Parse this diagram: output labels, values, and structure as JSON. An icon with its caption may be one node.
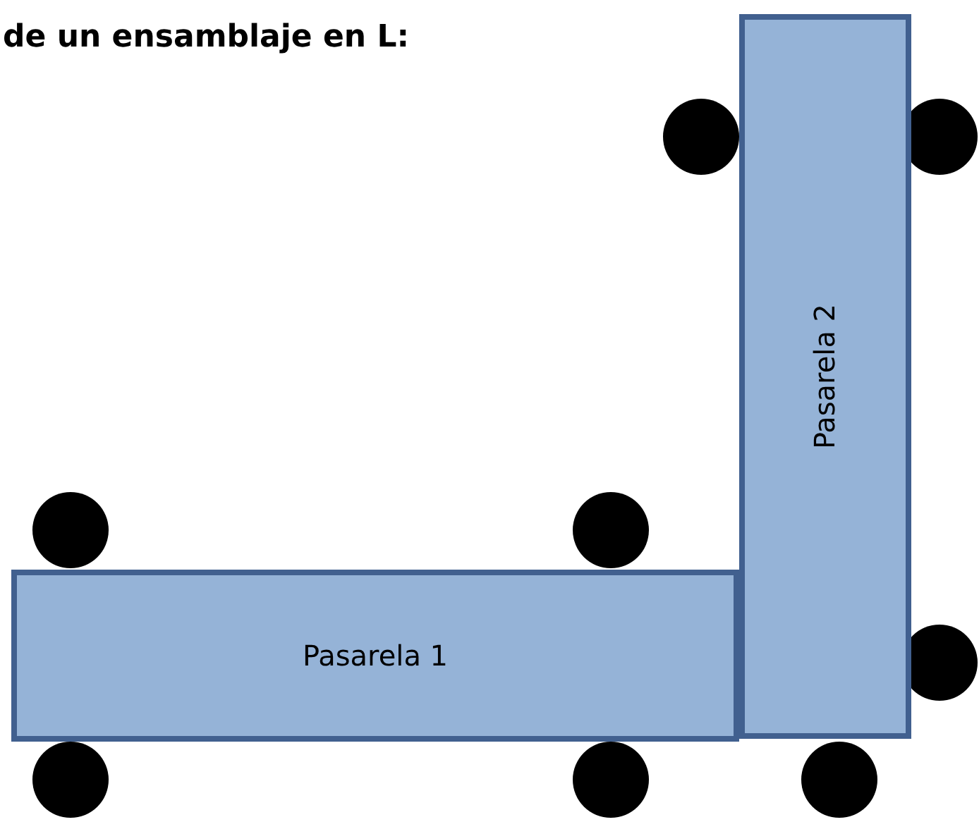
{
  "diagram": {
    "title": "de un ensamblaje en L:",
    "nodes": [
      {
        "text": [
          "Pasarela 1"
        ]
      },
      {
        "text": [
          "Pasarela 2"
        ]
      }
    ],
    "edges": []
  }
}
